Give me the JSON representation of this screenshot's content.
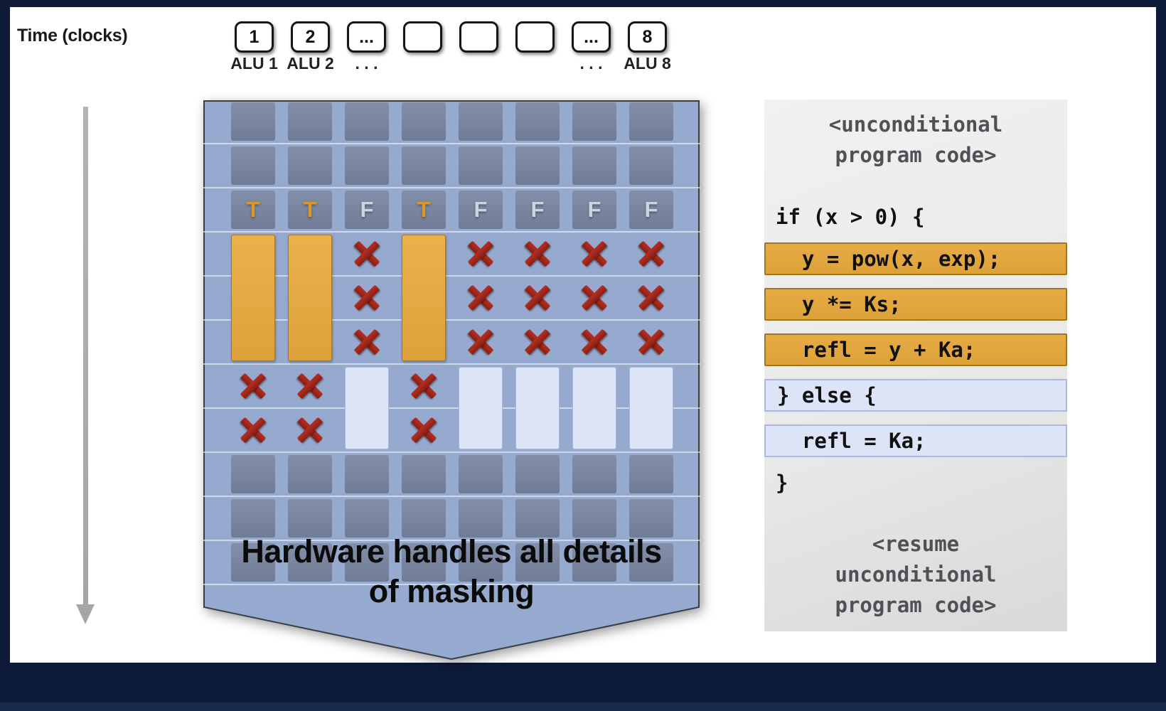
{
  "colors": {
    "frame_bg": "#0e1b38",
    "slide_bg": "#ffffff",
    "pennant_fill": "#96a9ce",
    "pennant_stroke": "#383d47",
    "block_dark": "#7a86a2",
    "gold": "#dda239",
    "gold_border": "#a1761c",
    "lavender": "#dee4f8",
    "lavender_border": "#aab7de",
    "x_red": "#9e2619",
    "mask_true": "#d6992b",
    "mask_false": "#ccd3e3",
    "code_gray": "#505157",
    "arrow_gray": "#a6a6a6",
    "code_panel_bg": "#e9e9e9"
  },
  "time_axis": {
    "label": "Time (clocks)"
  },
  "alu_units": [
    {
      "value": "1",
      "label": "ALU 1"
    },
    {
      "value": "2",
      "label": "ALU 2"
    },
    {
      "value": "...",
      "label": ". . ."
    },
    {
      "value": "",
      "label": ""
    },
    {
      "value": "",
      "label": ""
    },
    {
      "value": "",
      "label": ""
    },
    {
      "value": "...",
      "label": ". . ."
    },
    {
      "value": "8",
      "label": "ALU 8"
    }
  ],
  "simd_grid": {
    "mask": [
      "T",
      "T",
      "F",
      "T",
      "F",
      "F",
      "F",
      "F"
    ],
    "pre_rows": 2,
    "if_rows": 3,
    "else_rows": 2,
    "post_rows": 3,
    "gridline_count": 11,
    "caption_line1": "Hardware handles all details",
    "caption_line2": "of masking"
  },
  "code_panel": {
    "lines": [
      {
        "text": "<unconditional",
        "style": "center"
      },
      {
        "text": "program code>",
        "style": "center"
      },
      {
        "text": "",
        "style": "spacer"
      },
      {
        "text": "if (x > 0) {",
        "style": "plain"
      },
      {
        "text": "  y = pow(x, exp);",
        "style": "gold"
      },
      {
        "text": "  y *= Ks;",
        "style": "gold"
      },
      {
        "text": "  refl = y + Ka;",
        "style": "gold"
      },
      {
        "text": "} else {",
        "style": "blue"
      },
      {
        "text": "  refl = Ka;",
        "style": "blue"
      },
      {
        "text": "}",
        "style": "plain"
      },
      {
        "text": "",
        "style": "spacer"
      },
      {
        "text": "<resume",
        "style": "center"
      },
      {
        "text": "unconditional",
        "style": "center"
      },
      {
        "text": "program code>",
        "style": "center"
      }
    ]
  }
}
